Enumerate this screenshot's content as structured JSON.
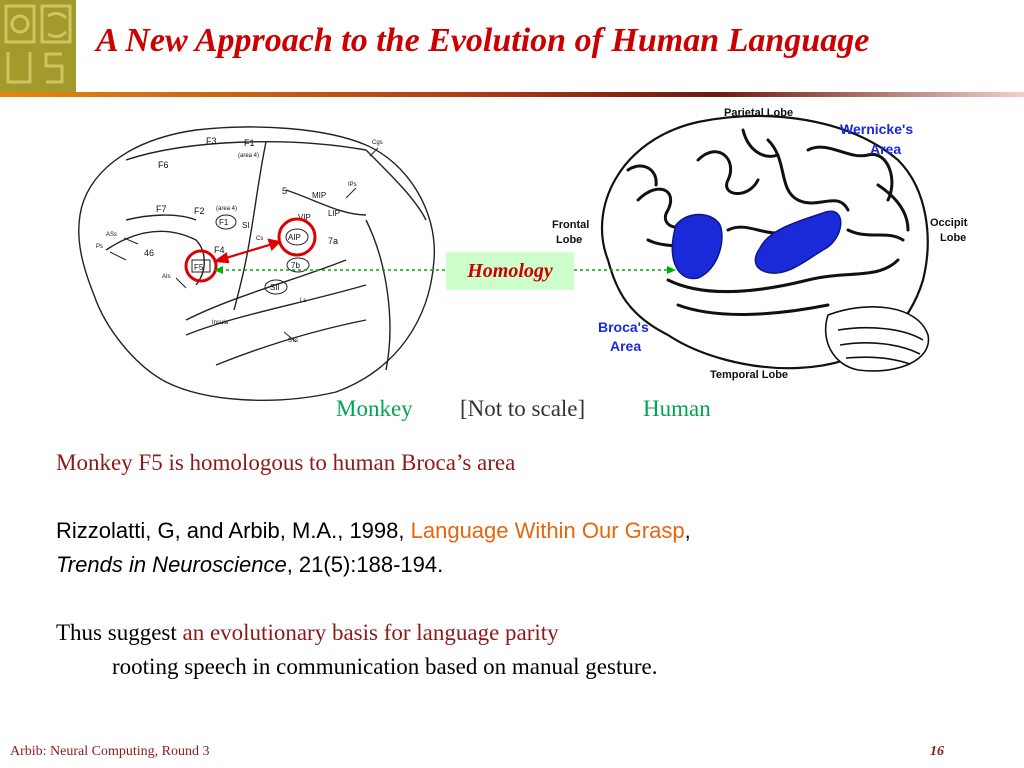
{
  "header": {
    "title": "A New Approach to the Evolution of Human Language"
  },
  "monkey_brain": {
    "labels": [
      "F3",
      "F1",
      "(area 4)",
      "Cgs",
      "F6",
      "5",
      "IPs",
      "MIP",
      "LIP",
      "F7",
      "F2",
      "(area 4)",
      "SI",
      "Cs",
      "VIP",
      "F1",
      "AIP",
      "7a",
      "ASs",
      "Ps",
      "46",
      "F4",
      "7b",
      "F5",
      "AIs",
      "SII",
      "Ls",
      "Insula",
      "STs"
    ]
  },
  "human_brain": {
    "labels": {
      "parietal": "Parietal Lobe",
      "wernicke": "Wernicke's Area",
      "frontal": "Frontal Lobe",
      "occipital": "Occipital Lobe",
      "broca": "Broca's Area",
      "temporal": "Temporal Lobe"
    }
  },
  "homology_label": "Homology",
  "caption": {
    "monkey": "Monkey",
    "scale": "[Not to scale]",
    "human": "Human"
  },
  "body": {
    "line1": "Monkey F5 is homologous to human Broca’s area",
    "ref_authors": "Rizzolatti, G, and Arbib, M.A., 1998, ",
    "ref_title": "Language Within Our Grasp",
    "ref_comma": ",",
    "ref_journal": "Trends in Neuroscience",
    "ref_details": ", 21(5):188-194.",
    "thus_prefix": "Thus suggest ",
    "thus_highlight": "an evolutionary basis for language parity",
    "thus_line2": "rooting speech in  communication based on manual gesture."
  },
  "footer": {
    "left": "Arbib: Neural Computing, Round 3",
    "page": "16"
  },
  "colors": {
    "title": "#cc0000",
    "logo": "#a29a2a",
    "caption_green": "#00a651",
    "broca_blue": "#1a2ad8"
  }
}
